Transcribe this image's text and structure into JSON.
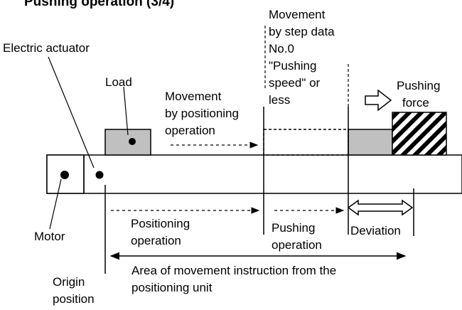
{
  "title": "Pushing operation (3/4)",
  "labels": {
    "electric_actuator": "Electric actuator",
    "load": "Load",
    "movement_positioning": [
      "Movement",
      "by positioning",
      "operation"
    ],
    "movement_step": [
      "Movement",
      "by step data",
      "No.0",
      "\"Pushing",
      "speed\" or",
      "less"
    ],
    "pushing_force": [
      "Pushing",
      "force"
    ],
    "motor": "Motor",
    "origin_position": [
      "Origin",
      "position"
    ],
    "positioning_operation": [
      "Positioning",
      "operation"
    ],
    "pushing_operation": [
      "Pushing",
      "operation"
    ],
    "deviation": "Deviation",
    "area_instruction": [
      "Area of movement instruction from the",
      "positioning unit"
    ]
  },
  "colors": {
    "load_fill": "#c0c0c0",
    "line": "#000000",
    "background": "#ffffff"
  }
}
